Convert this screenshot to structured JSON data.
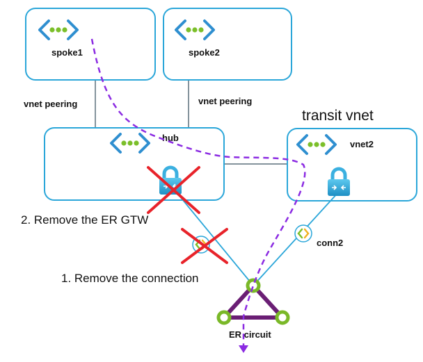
{
  "vnets": {
    "spoke1": "spoke1",
    "spoke2": "spoke2",
    "hub": "hub",
    "vnet2": "vnet2"
  },
  "peering": {
    "left": "vnet peering",
    "right": "vnet peering"
  },
  "transit_label": "transit vnet",
  "steps": {
    "remove_gateway": "2. Remove the ER GTW",
    "remove_connection": "1. Remove the connection"
  },
  "connection_label": "conn2",
  "circuit_label": "ER circuit",
  "colors": {
    "vnet_border": "#2aa6d9",
    "link": "#2aa6d9",
    "gray_line": "#5a6f7a",
    "vnet_icon_chevron": "#2f8fd0",
    "vnet_icon_dot": "#7bbf2a",
    "traffic_path": "#8b2be2",
    "remove_mark": "#e8232a",
    "circuit_edge": "#6a1e74",
    "circuit_node": "#7ab828",
    "lock": "#3bb0e0"
  },
  "icons": [
    "vnet-icon",
    "vpn-gateway-lock-icon",
    "connection-icon",
    "expressroute-circuit-icon",
    "remove-cross-icon"
  ]
}
